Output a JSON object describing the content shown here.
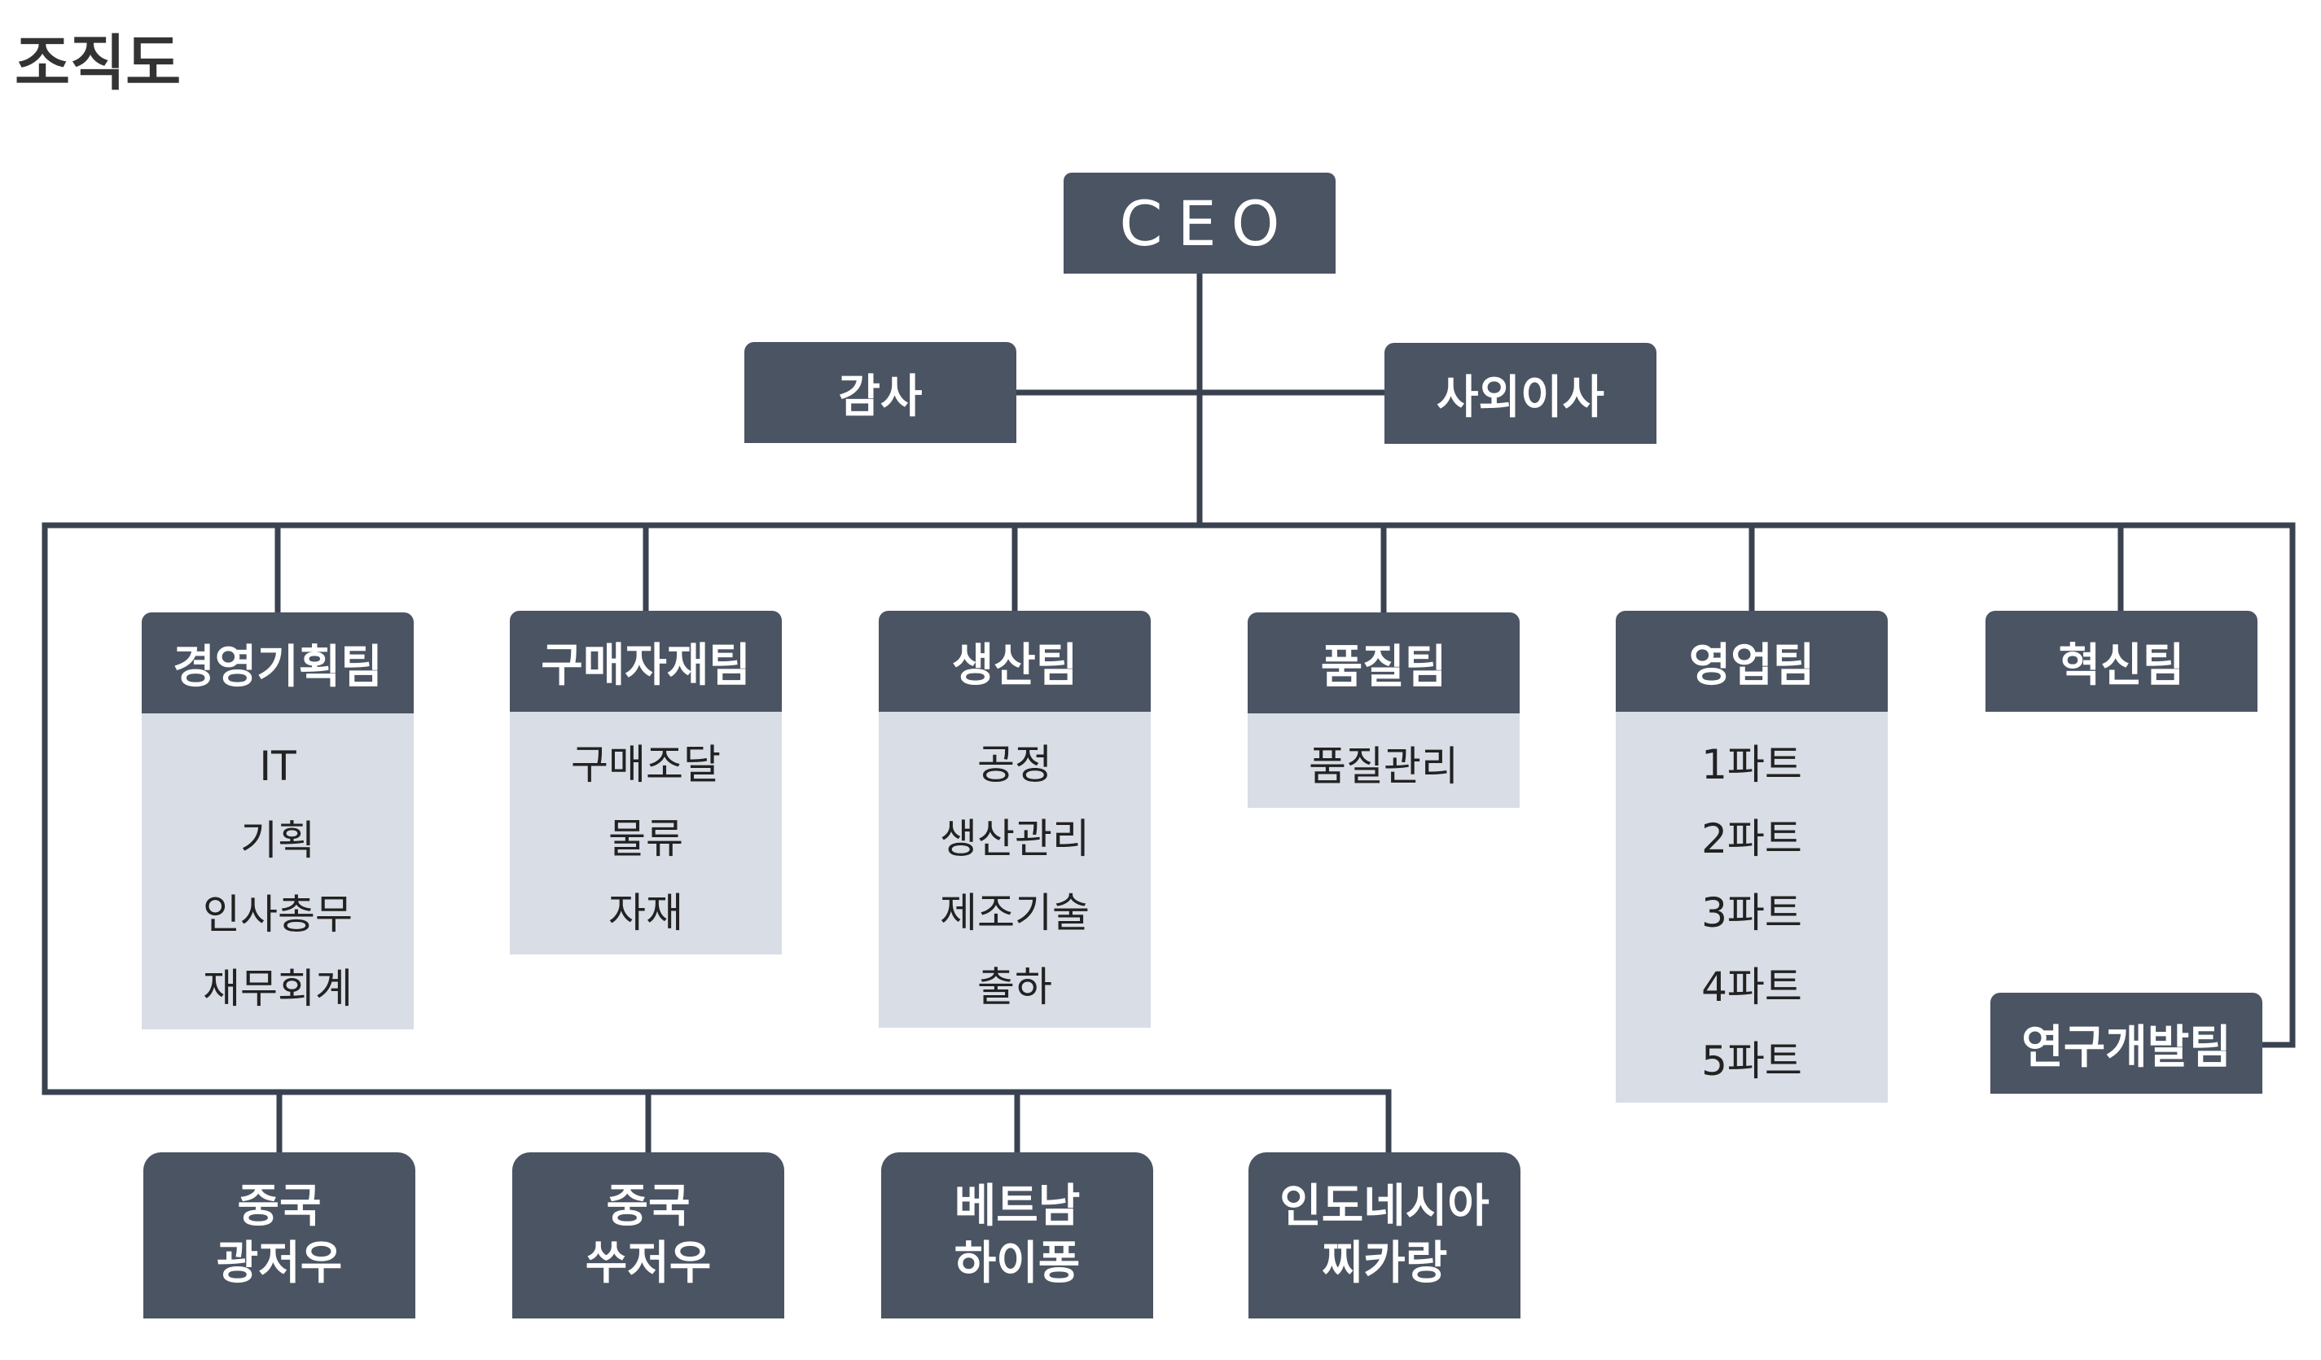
{
  "title": "조직도",
  "ceo": "CEO",
  "audit": "감사",
  "outside_director": "사외이사",
  "teams": [
    {
      "name": "경영기획팀",
      "units": [
        "IT",
        "기획",
        "인사총무",
        "재무회계"
      ]
    },
    {
      "name": "구매자재팀",
      "units": [
        "구매조달",
        "물류",
        "자재"
      ]
    },
    {
      "name": "생산팀",
      "units": [
        "공정",
        "생산관리",
        "제조기술",
        "출하"
      ]
    },
    {
      "name": "품질팀",
      "units": [
        "품질관리"
      ]
    },
    {
      "name": "영업팀",
      "units": [
        "1파트",
        "2파트",
        "3파트",
        "4파트",
        "5파트"
      ]
    },
    {
      "name": "혁신팀",
      "units": []
    }
  ],
  "rnd": "연구개발팀",
  "branches": [
    {
      "line1": "중국",
      "line2": "광저우"
    },
    {
      "line1": "중국",
      "line2": "쑤저우"
    },
    {
      "line1": "베트남",
      "line2": "하이퐁"
    },
    {
      "line1": "인도네시아",
      "line2": "찌카랑"
    }
  ],
  "colors": {
    "box": "#4b5463",
    "sub": "#d9dde6",
    "line": "#3a4250"
  }
}
